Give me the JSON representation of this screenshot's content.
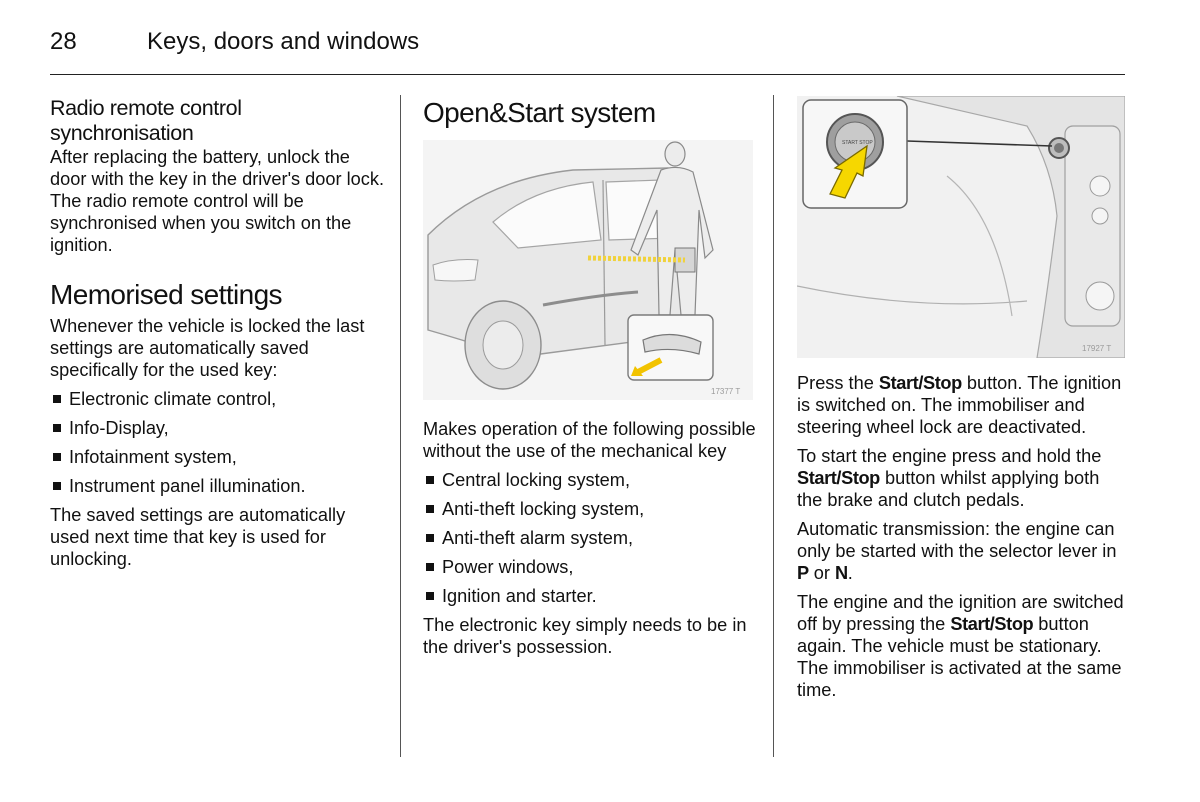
{
  "header": {
    "page_number": "28",
    "title": "Keys, doors and windows"
  },
  "col1": {
    "heading1": "Radio remote control synchronisation",
    "para1": "After replacing the battery, unlock the door with the key in the driver's door lock. The radio remote control will be synchronised when you switch on the ignition.",
    "heading2": "Memorised settings",
    "para2": "Whenever the vehicle is locked the last settings are automatically saved specifically for the used key:",
    "list": [
      "Electronic climate control,",
      "Info-Display,",
      "Infotainment system,",
      "Instrument panel illumination."
    ],
    "para3": "The saved settings are automatically used next time that key is used for unlocking."
  },
  "col2": {
    "heading": "Open&Start system",
    "figure_code": "17377 T",
    "para1": "Makes operation of the following possible without the use of the mechanical key",
    "list": [
      "Central locking system,",
      "Anti-theft locking system,",
      "Anti-theft alarm system,",
      "Power windows,",
      "Ignition and starter."
    ],
    "para2": "The electronic key simply needs to be in the driver's possession."
  },
  "col3": {
    "figure_code": "17927 T",
    "button_label": "START STOP",
    "p1": {
      "before": "Press the ",
      "bold": "Start/Stop",
      "after": " button. The ignition is switched on. The immobiliser and steering wheel lock are deactivated."
    },
    "p2": {
      "before": "To start the engine press and hold the ",
      "bold": "Start/Stop",
      "after": " button whilst applying both the brake and clutch pedals."
    },
    "p3": {
      "before": "Automatic transmission: the engine can only be started with the selector lever in ",
      "bold1": "P",
      "middle": " or ",
      "bold2": "N",
      "after": "."
    },
    "p4": {
      "before": "The engine and the ignition are switched off by pressing the ",
      "bold": "Start/Stop",
      "after": " button again. The vehicle must be stationary. The immobiliser is activated at the same time."
    }
  }
}
